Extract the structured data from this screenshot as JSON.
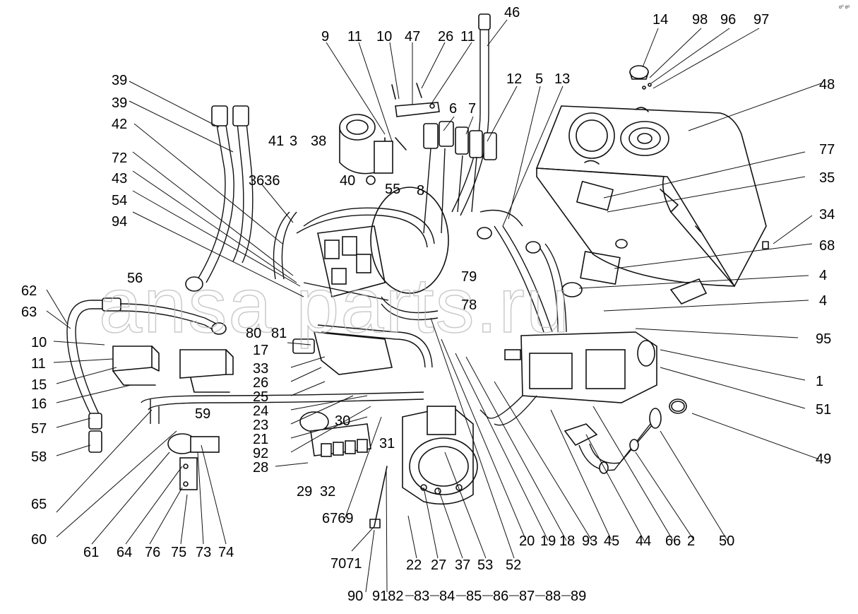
{
  "corner_tag": "ɑ⁰ ɑᵅ",
  "watermark": "ansa parts.ru",
  "callouts": {
    "c46": "46",
    "c9": "9",
    "c11a": "11",
    "c10a": "10",
    "c47": "47",
    "c26a": "26",
    "c11b": "11",
    "c14": "14",
    "c98": "98",
    "c96": "96",
    "c97": "97",
    "c39a": "39",
    "c39b": "39",
    "c42": "42",
    "c12": "12",
    "c5": "5",
    "c13": "13",
    "c48": "48",
    "c6": "6",
    "c7": "7",
    "c41": "41",
    "c3": "3",
    "c38": "38",
    "c77": "77",
    "c72": "72",
    "c43": "43",
    "c3636": "3636",
    "c40": "40",
    "c55": "55",
    "c35": "35",
    "c54": "54",
    "c8": "8",
    "c94": "94",
    "c34": "34",
    "c68": "68",
    "c56": "56",
    "c79": "79",
    "c4a": "4",
    "c62": "62",
    "c4b": "4",
    "c63": "63",
    "c78": "78",
    "c80": "80",
    "c81": "81",
    "c95": "95",
    "c10b": "10",
    "c17": "17",
    "c11c": "11",
    "c33": "33",
    "c1": "1",
    "c15": "15",
    "c26b": "26",
    "c25": "25",
    "c16": "16",
    "c24": "24",
    "c51": "51",
    "c23": "23",
    "c30": "30",
    "c57": "57",
    "c21": "21",
    "c59": "59",
    "c92": "92",
    "c58": "58",
    "c31": "31",
    "c49": "49",
    "c28": "28",
    "c29": "29",
    "c32": "32",
    "c65": "65",
    "c6769": "6769",
    "c60": "60",
    "c20": "20",
    "c19": "19",
    "c18": "18",
    "c93": "93",
    "c45": "45",
    "c44": "44",
    "c66": "66",
    "c2": "2",
    "c50": "50",
    "c61": "61",
    "c64": "64",
    "c76": "76",
    "c75": "75",
    "c73": "73",
    "c74": "74",
    "c7071": "7071",
    "c22": "22",
    "c27": "27",
    "c37": "37",
    "c53": "53",
    "c52": "52",
    "c90": "90",
    "c91": "9182",
    "c83": "83",
    "c84": "84",
    "c85": "85",
    "c86": "86",
    "c87": "87",
    "c88": "88",
    "c89": "89"
  }
}
